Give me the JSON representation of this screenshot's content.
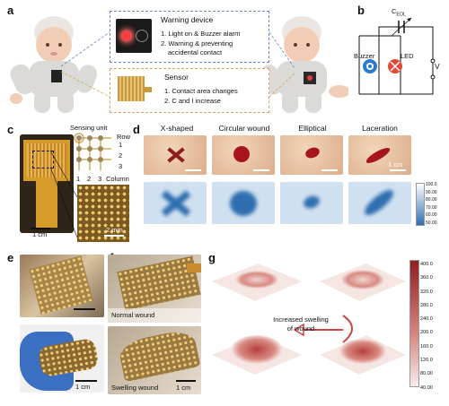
{
  "panels": {
    "a": "a",
    "b": "b",
    "c": "c",
    "d": "d",
    "e": "e",
    "f": "f",
    "g": "g"
  },
  "a": {
    "warning_title": "Warning device",
    "warning_items": [
      "1. Light on & Buzzer alarm",
      "2. Warning & preventing",
      "accidental contact"
    ],
    "sensor_title": "Sensor",
    "sensor_items": [
      "1. Contact area changes",
      "2. C and I increase"
    ]
  },
  "b": {
    "capacitor": "C",
    "capacitor_sub": "EDL",
    "buzzer": "Buzzer",
    "led": "LED",
    "voltage": "V"
  },
  "c": {
    "sensing_unit": "Sensing unit",
    "row": "Row",
    "rows": [
      "1",
      "2",
      "3"
    ],
    "cols": [
      "1",
      "2",
      "3"
    ],
    "column": "Column",
    "scale1": "1 cm",
    "scale2": "2 mm"
  },
  "d": {
    "titles": [
      "X-shaped",
      "Circular wound",
      "Elliptical",
      "Laceration"
    ],
    "scale": "1 cm",
    "colorbar": [
      "100.0",
      "90.00",
      "80.00",
      "70.00",
      "60.00",
      "50.00"
    ]
  },
  "e": {
    "scale_top": "",
    "scale_bottom": "1 cm"
  },
  "f": {
    "normal": "Normal wound",
    "swelling": "Swelling wound",
    "scale": "1 cm"
  },
  "g": {
    "arrow_label_1": "Increased swelling",
    "arrow_label_2": "of wound",
    "colorbar": [
      "400.0",
      "360.0",
      "320.0",
      "280.0",
      "240.0",
      "200.0",
      "160.0",
      "120.0",
      "80.00",
      "40.00"
    ]
  },
  "colors": {
    "blue_box": "#6a83c9",
    "orange_box": "#d9a35b",
    "wound_red": "#a8141c",
    "heat_blue": "#2f6fb0",
    "heat_red": "#b5413f"
  }
}
